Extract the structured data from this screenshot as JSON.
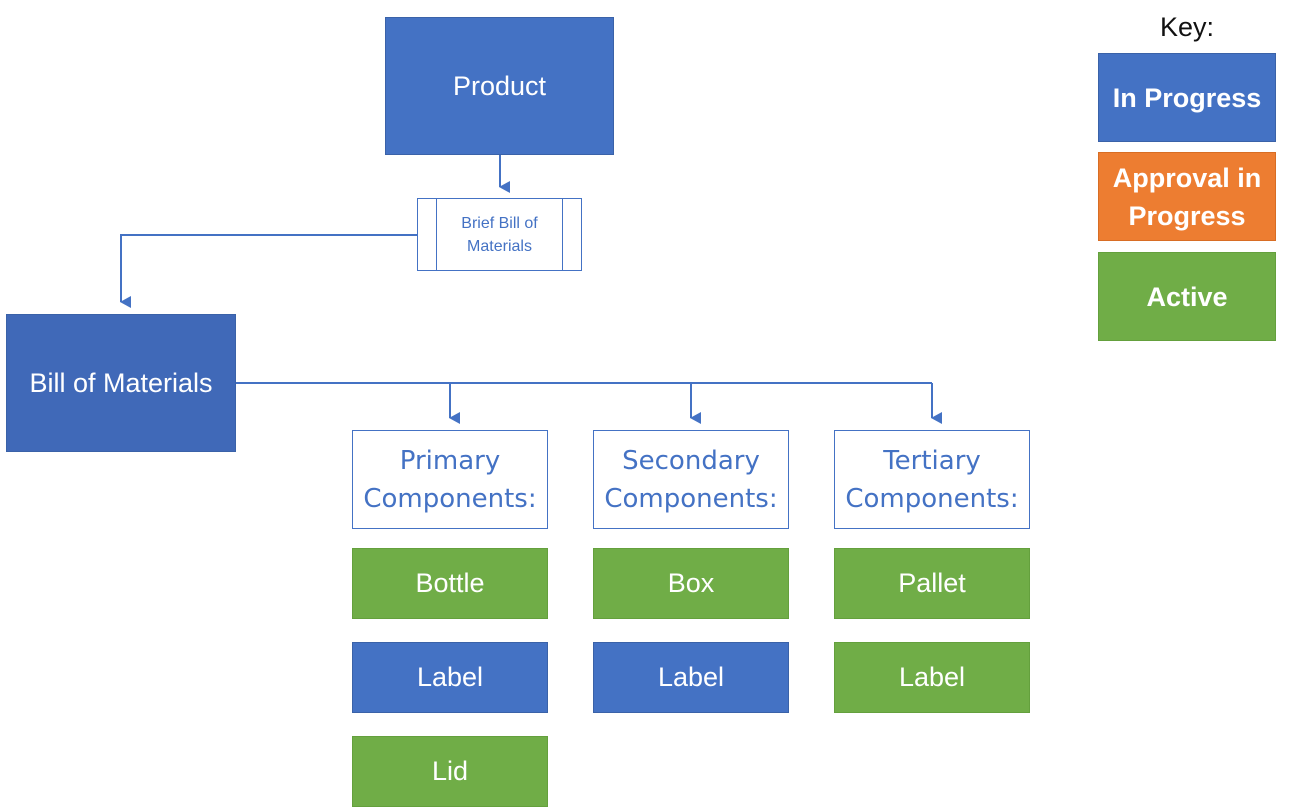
{
  "key": {
    "title": "Key:",
    "items": [
      {
        "label": "In Progress",
        "color": "#4472c4"
      },
      {
        "label": "Approval in Progress",
        "color": "#ed7d31"
      },
      {
        "label": "Active",
        "color": "#70ad47"
      }
    ]
  },
  "nodes": {
    "product": "Product",
    "brief_bom": "Brief Bill of Materials",
    "bom": "Bill of Materials"
  },
  "columns": [
    {
      "header": "Primary Components:",
      "items": [
        {
          "label": "Bottle",
          "status": "Active"
        },
        {
          "label": "Label",
          "status": "In Progress"
        },
        {
          "label": "Lid",
          "status": "Active"
        }
      ]
    },
    {
      "header": "Secondary Components:",
      "items": [
        {
          "label": "Box",
          "status": "Active"
        },
        {
          "label": "Label",
          "status": "In Progress"
        }
      ]
    },
    {
      "header": "Tertiary Components:",
      "items": [
        {
          "label": "Pallet",
          "status": "Active"
        },
        {
          "label": "Label",
          "status": "Active"
        }
      ]
    }
  ],
  "colors": {
    "in_progress": "#4472c4",
    "approval_in_progress": "#ed7d31",
    "active": "#70ad47",
    "connector": "#4472c4"
  }
}
